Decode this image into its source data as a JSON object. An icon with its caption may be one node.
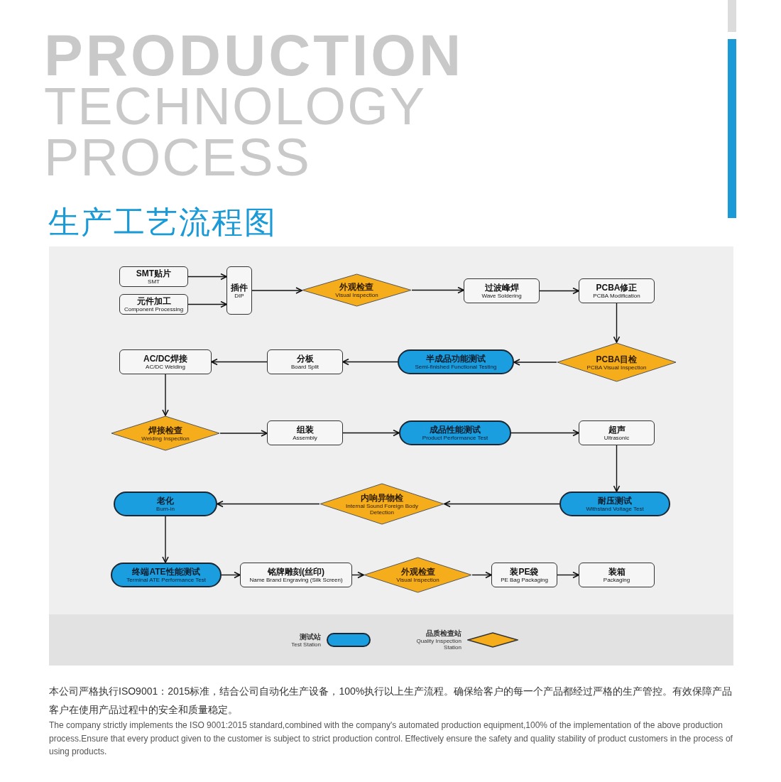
{
  "diagram": {
    "title": "PRODUCTION TECHNOLOGY PROCESS",
    "nodes": [
      {
        "text": [
          "SMT贴片",
          "SMT"
        ]
      },
      {
        "text": [
          "元件加工",
          "Component Processing"
        ]
      },
      {
        "text": [
          "插件",
          "DIP"
        ]
      },
      {
        "text": [
          "外观检查",
          "Visual Inspection"
        ]
      },
      {
        "text": [
          "过波峰焊",
          "Wave Soldering"
        ]
      },
      {
        "text": [
          "PCBA修正",
          "PCBA Modification"
        ]
      },
      {
        "text": [
          "PCBA目检",
          "PCBA Visual Inspection"
        ]
      },
      {
        "text": [
          "半成品功能测试",
          "Semi-finished Functional Testing"
        ]
      },
      {
        "text": [
          "分板",
          "Board Split"
        ]
      },
      {
        "text": [
          "AC/DC焊接",
          "AC/DC Welding"
        ]
      },
      {
        "text": [
          "焊接检查",
          "Welding Inspection"
        ]
      },
      {
        "text": [
          "组装",
          "Assembly"
        ]
      },
      {
        "text": [
          "成品性能测试",
          "Product Performance Test"
        ]
      },
      {
        "text": [
          "超声",
          "Ultrasonic"
        ]
      },
      {
        "text": [
          "耐压测试",
          "Withstand Voltage Test"
        ]
      },
      {
        "text": [
          "内响异物检",
          "Internal Sound Foreign Body Detection"
        ]
      },
      {
        "text": [
          "老化",
          "Burn-in"
        ]
      },
      {
        "text": [
          "终端ATE性能测试",
          "Terminal ATE Performance Test"
        ]
      },
      {
        "text": [
          "铭牌雕刻(丝印)",
          "Name Brand Engraving (Silk Screen)"
        ]
      },
      {
        "text": [
          "外观检查",
          "Visual Inspection"
        ]
      },
      {
        "text": [
          "装PE袋",
          "PE Bag Packaging"
        ]
      },
      {
        "text": [
          "装箱",
          "Packaging"
        ]
      }
    ],
    "edges": [
      {
        "from": 0,
        "to": 2,
        "arrow": "to"
      },
      {
        "from": 1,
        "to": 2,
        "arrow": "to"
      },
      {
        "from": 2,
        "to": 3,
        "arrow": "to"
      },
      {
        "from": 3,
        "to": 4,
        "arrow": "to"
      },
      {
        "from": 4,
        "to": 5,
        "arrow": "to"
      },
      {
        "from": 5,
        "to": 6,
        "arrow": "to"
      },
      {
        "from": 6,
        "to": 7,
        "arrow": "to"
      },
      {
        "from": 7,
        "to": 8,
        "arrow": "to"
      },
      {
        "from": 8,
        "to": 9,
        "arrow": "to"
      },
      {
        "from": 9,
        "to": 10,
        "arrow": "to"
      },
      {
        "from": 10,
        "to": 11,
        "arrow": "to"
      },
      {
        "from": 11,
        "to": 12,
        "arrow": "to"
      },
      {
        "from": 12,
        "to": 13,
        "arrow": "to"
      },
      {
        "from": 13,
        "to": 14,
        "arrow": "to"
      },
      {
        "from": 14,
        "to": 15,
        "arrow": "to"
      },
      {
        "from": 15,
        "to": 16,
        "arrow": "to"
      },
      {
        "from": 16,
        "to": 17,
        "arrow": "to"
      },
      {
        "from": 17,
        "to": 18,
        "arrow": "to"
      },
      {
        "from": 18,
        "to": 19,
        "arrow": "to"
      },
      {
        "from": 19,
        "to": 20,
        "arrow": "to"
      },
      {
        "from": 20,
        "to": 21,
        "arrow": "to"
      }
    ],
    "labels": [
      "生产工艺流程图",
      "本公司严格执行ISO9001：2015标准，结合公司自动化生产设备，100%执行以上生产流程。确保给客户的每一个产品都经过严格的生产管控。有效保障产品客户在使用产品过程中的安全和质量稳定。",
      "The company strictly implements the ISO 9001:2015 standard,combined with the company's automated production equipment,100% of the implementation of the above production process.Ensure that every product given to the customer is subject to strict production control. Effectively ensure the safety and quality stability of product customers in the process of using products."
    ],
    "legend": [
      {
        "text": "测试站 Test Station",
        "color": "#1a9ee0"
      },
      {
        "text": "品质检查站 Quality Inspection Station",
        "color": "#f5ad1b"
      }
    ]
  }
}
